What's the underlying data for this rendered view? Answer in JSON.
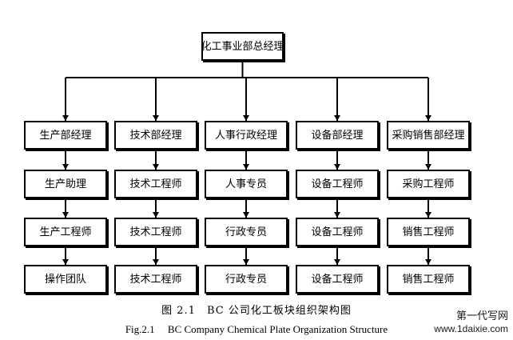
{
  "diagram": {
    "type": "org-chart",
    "root": "化工事业部总经理",
    "columns": [
      {
        "id": "production",
        "items": [
          "生产部经理",
          "生产助理",
          "生产工程师",
          "操作团队"
        ]
      },
      {
        "id": "technology",
        "items": [
          "技术部经理",
          "技术工程师",
          "技术工程师",
          "技术工程师"
        ]
      },
      {
        "id": "hr",
        "items": [
          "人事行政经理",
          "人事专员",
          "行政专员",
          "行政专员"
        ]
      },
      {
        "id": "equipment",
        "items": [
          "设备部经理",
          "设备工程师",
          "设备工程师",
          "设备工程师"
        ]
      },
      {
        "id": "purchasing-sales",
        "items": [
          "采购销售部经理",
          "采购工程师",
          "销售工程师",
          "销售工程师"
        ]
      }
    ],
    "edges": "root → each column head; each box → box below in same column (arrow)"
  },
  "caption": {
    "zh": "图 2.1　BC 公司化工板块组织架构图",
    "en": "Fig.2.1　 BC Company Chemical Plate Organization Structure"
  },
  "watermark": {
    "text": "第一代写网",
    "url": "www.1daixie.com"
  },
  "colors": {
    "line": "#000000",
    "box_fill": "#ffffff",
    "text": "#000000"
  }
}
